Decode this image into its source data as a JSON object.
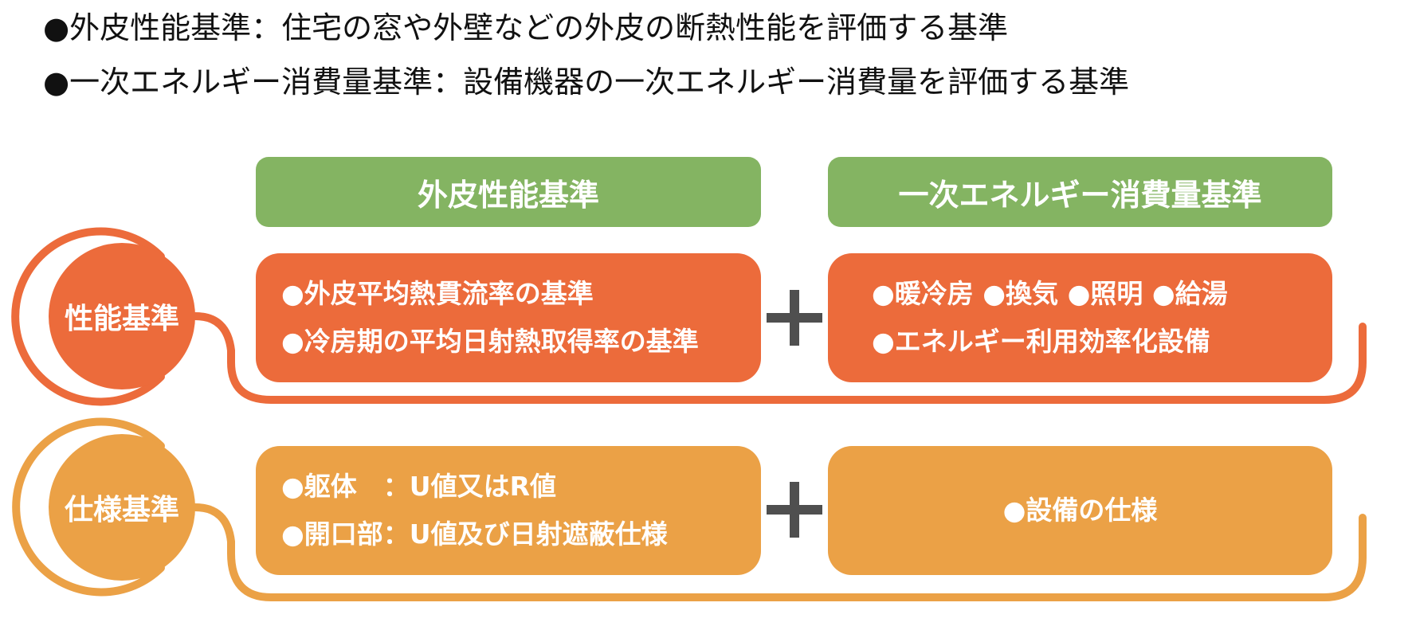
{
  "intro": [
    "●外皮性能基準：住宅の窓や外壁などの外皮の断熱性能を評価する基準",
    "●一次エネルギー消費量基準：設備機器の一次エネルギー消費量を評価する基準"
  ],
  "headers": {
    "left": "外皮性能基準",
    "right": "一次エネルギー消費量基準"
  },
  "performance": {
    "label": "性能基準",
    "left_lines": [
      "●外皮平均熱貫流率の基準",
      "●冷房期の平均日射熱取得率の基準"
    ],
    "right_lines": [
      "●暖冷房 ●換気 ●照明 ●給湯",
      "●エネルギー利用効率化設備"
    ]
  },
  "specification": {
    "label": "仕様基準",
    "left_lines": [
      "●躯体　：U値又はR値",
      "●開口部：U値及び日射遮蔽仕様"
    ],
    "right_lines": [
      "●設備の仕様"
    ]
  },
  "colors": {
    "header_green": "#84b462",
    "performance_orange": "#ec6b3b",
    "specification_amber": "#eba146",
    "plus_gray": "#4f4f4f"
  }
}
